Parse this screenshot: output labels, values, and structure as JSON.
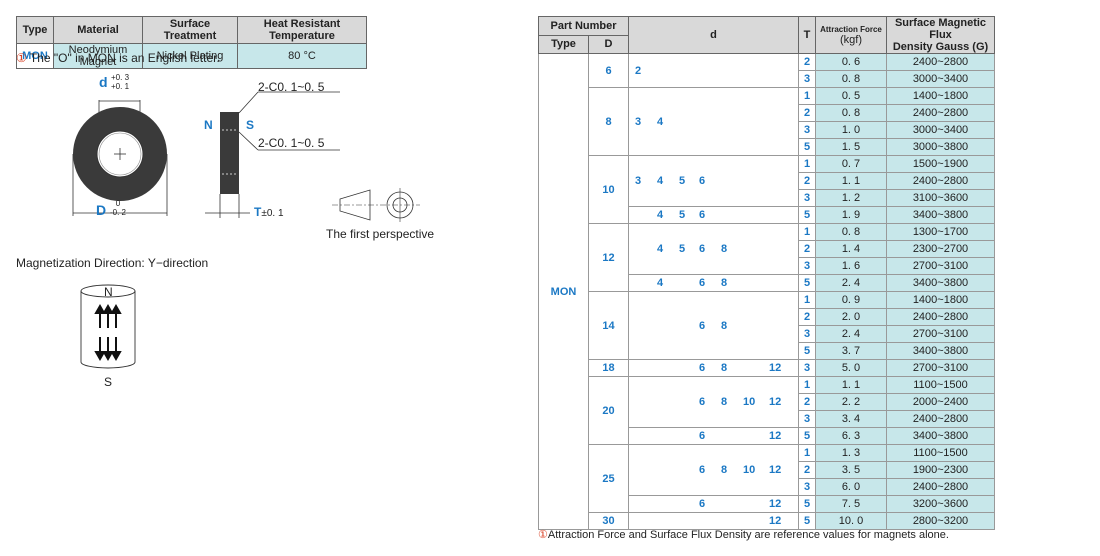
{
  "spec": {
    "headers": [
      "Type",
      "Material",
      "Surface Treatment",
      "Heat Resistant Temperature"
    ],
    "row": [
      "MON",
      "Neodymium Magnet",
      "Nickel Plating",
      "80 °C"
    ]
  },
  "note": "The \"O\" in MON is an English letter.",
  "drawing": {
    "d_label": "d",
    "d_tol_top": "+0. 3",
    "d_tol_bot": "+0. 1",
    "D_label": "D",
    "D_tol_top": "0",
    "D_tol_bot": "-0. 2",
    "chamfer_top": "2-C0. 1~0. 5",
    "chamfer_bot": "2-C0. 1~0. 5",
    "N": "N",
    "S": "S",
    "T_label": "T",
    "T_tol": "±0. 1",
    "perspective": "The first perspective"
  },
  "magnetization": {
    "title": "Magnetization Direction: Y−direction",
    "top": "N",
    "bottom": "S"
  },
  "table": {
    "h_part_number": "Part Number",
    "h_type": "Type",
    "h_D": "D",
    "h_d": "d",
    "h_T": "T",
    "h_af": "Attraction Force",
    "h_af_unit": "(kgf)",
    "h_flux": "Surface Magnetic Flux",
    "h_flux2": "Density Gauss (G)",
    "type": "MON",
    "groups": [
      {
        "D": "6",
        "subs": [
          {
            "d": [
              "2"
            ],
            "rows": [
              [
                "2",
                "0. 6",
                "2400~2800"
              ],
              [
                "3",
                "0. 8",
                "3000~3400"
              ]
            ]
          }
        ]
      },
      {
        "D": "8",
        "subs": [
          {
            "d": [
              "3",
              "4"
            ],
            "rows": [
              [
                "1",
                "0. 5",
                "1400~1800"
              ],
              [
                "2",
                "0. 8",
                "2400~2800"
              ],
              [
                "3",
                "1. 0",
                "3000~3400"
              ],
              [
                "5",
                "1. 5",
                "3000~3800"
              ]
            ]
          }
        ]
      },
      {
        "D": "10",
        "subs": [
          {
            "d": [
              "3",
              "4",
              "5",
              "6"
            ],
            "rows": [
              [
                "1",
                "0. 7",
                "1500~1900"
              ],
              [
                "2",
                "1. 1",
                "2400~2800"
              ],
              [
                "3",
                "1. 2",
                "3100~3600"
              ]
            ]
          },
          {
            "d": [
              "4",
              "5",
              "6"
            ],
            "rows": [
              [
                "5",
                "1. 9",
                "3400~3800"
              ]
            ]
          }
        ]
      },
      {
        "D": "12",
        "subs": [
          {
            "d": [
              "4",
              "5",
              "6",
              "8"
            ],
            "rows": [
              [
                "1",
                "0. 8",
                "1300~1700"
              ],
              [
                "2",
                "1. 4",
                "2300~2700"
              ],
              [
                "3",
                "1. 6",
                "2700~3100"
              ]
            ]
          },
          {
            "d": [
              "4",
              "6",
              "8"
            ],
            "rows": [
              [
                "5",
                "2. 4",
                "3400~3800"
              ]
            ]
          }
        ]
      },
      {
        "D": "14",
        "subs": [
          {
            "d": [
              "6",
              "8"
            ],
            "rows": [
              [
                "1",
                "0. 9",
                "1400~1800"
              ],
              [
                "2",
                "2. 0",
                "2400~2800"
              ],
              [
                "3",
                "2. 4",
                "2700~3100"
              ],
              [
                "5",
                "3. 7",
                "3400~3800"
              ]
            ]
          }
        ]
      },
      {
        "D": "18",
        "subs": [
          {
            "d": [
              "6",
              "8",
              "12"
            ],
            "rows": [
              [
                "3",
                "5. 0",
                "2700~3100"
              ]
            ]
          }
        ]
      },
      {
        "D": "20",
        "subs": [
          {
            "d": [
              "6",
              "8",
              "10",
              "12"
            ],
            "rows": [
              [
                "1",
                "1. 1",
                "1100~1500"
              ],
              [
                "2",
                "2. 2",
                "2000~2400"
              ],
              [
                "3",
                "3. 4",
                "2400~2800"
              ]
            ]
          },
          {
            "d": [
              "6",
              "12"
            ],
            "rows": [
              [
                "5",
                "6. 3",
                "3400~3800"
              ]
            ]
          }
        ]
      },
      {
        "D": "25",
        "subs": [
          {
            "d": [
              "6",
              "8",
              "10",
              "12"
            ],
            "rows": [
              [
                "1",
                "1. 3",
                "1100~1500"
              ],
              [
                "2",
                "3. 5",
                "1900~2300"
              ],
              [
                "3",
                "6. 0",
                "2400~2800"
              ]
            ]
          },
          {
            "d": [
              "6",
              "12"
            ],
            "rows": [
              [
                "5",
                "7. 5",
                "3200~3600"
              ]
            ]
          }
        ]
      },
      {
        "D": "30",
        "subs": [
          {
            "d": [
              "12"
            ],
            "rows": [
              [
                "5",
                "10. 0",
                "2800~3200"
              ]
            ]
          }
        ]
      }
    ]
  },
  "footnote": "Attraction Force and Surface Flux Density are reference values for magnets alone.",
  "colors": {
    "accent": "#1b78c4",
    "cell": "#c7e7ea",
    "header": "#d9d9d9"
  }
}
